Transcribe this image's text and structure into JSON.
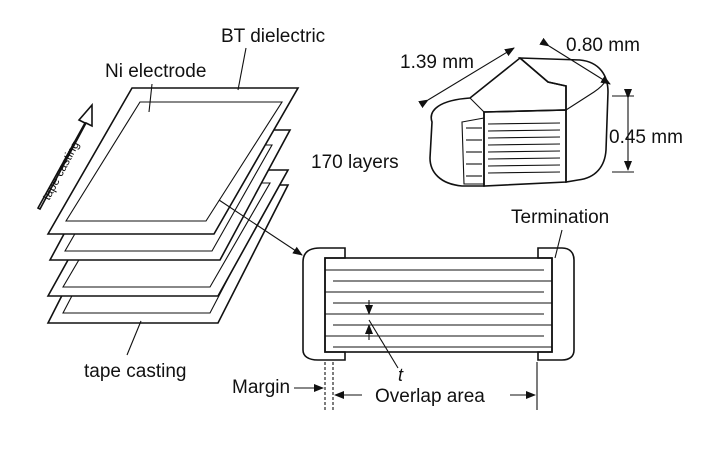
{
  "labels": {
    "bt_dielectric": "BT dielectric",
    "ni_electrode": "Ni electrode",
    "tape_casting_arrow": "tape casting",
    "tape_casting_bottom": "tape casting",
    "layers": "170 layers",
    "dim_length": "1.39 mm",
    "dim_width": "0.80 mm",
    "dim_height": "0.45 mm",
    "termination": "Termination",
    "thickness_symbol": "t",
    "margin": "Margin",
    "overlap_area": "Overlap area"
  }
}
